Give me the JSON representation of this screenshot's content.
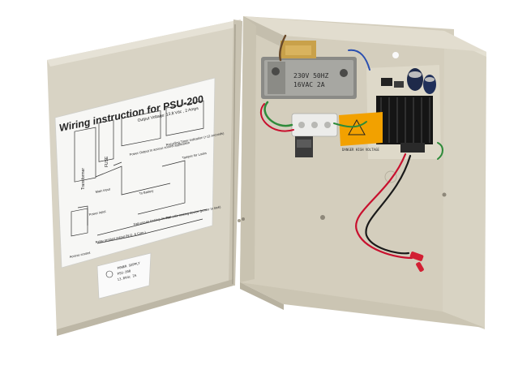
{
  "wiring_card": {
    "title": "Wiring instruction for PSU-200",
    "output": "Output Voltage: 13.8 Vdc , 2 Amps",
    "labels": {
      "transformer": "Transformer",
      "fuse": "FUSE",
      "main_input": "Main input",
      "power_output": "Power Output to access control application",
      "tx_battery": "To Battery",
      "power_input": "Power input",
      "relay_output": "Relay product output (N.O. & Com.)",
      "tamper_ind": "Recycling Timer indication (+12 seconds)",
      "tamper_switch": "Tamper for Locks",
      "access_control": "Access control",
      "fail_safe": "Fail-secure locking device",
      "fail_secure": "Fail-safe locking device (power to lock)"
    }
  },
  "product_label": {
    "line1": "POWER SUPPLY",
    "line2": "PSU-200",
    "line3": "13.8Vdc 2A"
  },
  "transformer_label": {
    "line1": "230V 50HZ",
    "line2": "16VAC 2A"
  },
  "warning_label": {
    "text": "DANGER HIGH VOLTAGE"
  },
  "colors": {
    "enclosure": "#dcd7c8",
    "enclosure_shadow": "#bfb9a8",
    "card": "#f7f7f5",
    "heatsink": "#1a1a1a",
    "warning": "#f2a100",
    "wire_red": "#c8102e",
    "wire_green": "#2e8b3a",
    "wire_blue": "#2a4fb0"
  }
}
